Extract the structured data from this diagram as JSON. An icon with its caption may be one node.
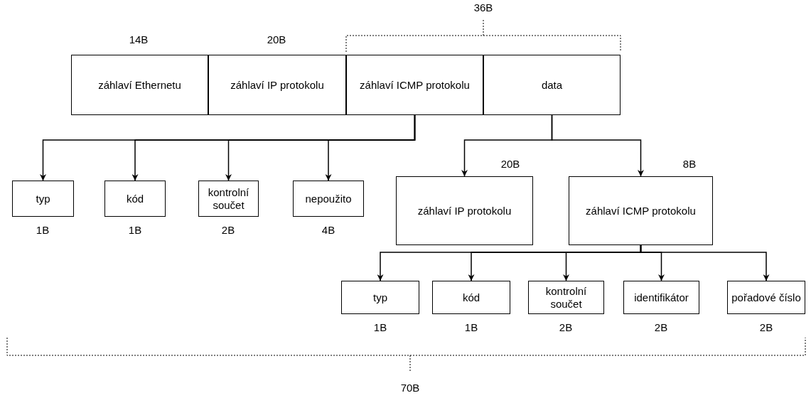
{
  "diagram": {
    "nodes": [
      {
        "text": [
          "záhlaví Ethernetu"
        ],
        "beside": [
          "14B"
        ]
      },
      {
        "text": [
          "záhlaví IP protokolu"
        ],
        "beside": [
          "20B"
        ]
      },
      {
        "text": [
          "záhlaví ICMP protokolu"
        ]
      },
      {
        "text": [
          "data"
        ]
      },
      {
        "text": [
          "typ"
        ],
        "beside": [
          "1B"
        ]
      },
      {
        "text": [
          "kód"
        ],
        "beside": [
          "1B"
        ]
      },
      {
        "text": [
          "kontrolní součet"
        ],
        "beside": [
          "2B"
        ]
      },
      {
        "text": [
          "nepoužito"
        ],
        "beside": [
          "4B"
        ]
      },
      {
        "text": [
          "záhlaví IP protokolu"
        ],
        "beside": [
          "20B"
        ]
      },
      {
        "text": [
          "záhlaví ICMP protokolu"
        ],
        "beside": [
          "8B"
        ]
      },
      {
        "text": [
          "typ"
        ],
        "beside": [
          "1B"
        ]
      },
      {
        "text": [
          "kód"
        ],
        "beside": [
          "1B"
        ]
      },
      {
        "text": [
          "kontrolní součet"
        ],
        "beside": [
          "2B"
        ]
      },
      {
        "text": [
          "identifikátor"
        ],
        "beside": [
          "2B"
        ]
      },
      {
        "text": [
          "pořadové číslo"
        ],
        "beside": [
          "2B"
        ]
      }
    ],
    "edges": [
      {
        "from": 2,
        "to": 4,
        "arrow": "to"
      },
      {
        "from": 2,
        "to": 5,
        "arrow": "to"
      },
      {
        "from": 2,
        "to": 6,
        "arrow": "to"
      },
      {
        "from": 2,
        "to": 7,
        "arrow": "to"
      },
      {
        "from": 3,
        "to": 8,
        "arrow": "to"
      },
      {
        "from": 3,
        "to": 9,
        "arrow": "to"
      },
      {
        "from": 9,
        "to": 10,
        "arrow": "to"
      },
      {
        "from": 9,
        "to": 11,
        "arrow": "to"
      },
      {
        "from": 9,
        "to": 12,
        "arrow": "to"
      },
      {
        "from": 9,
        "to": 13,
        "arrow": "to"
      },
      {
        "from": 9,
        "to": 14,
        "arrow": "to"
      }
    ],
    "labels": [
      "36B",
      "70B"
    ]
  }
}
